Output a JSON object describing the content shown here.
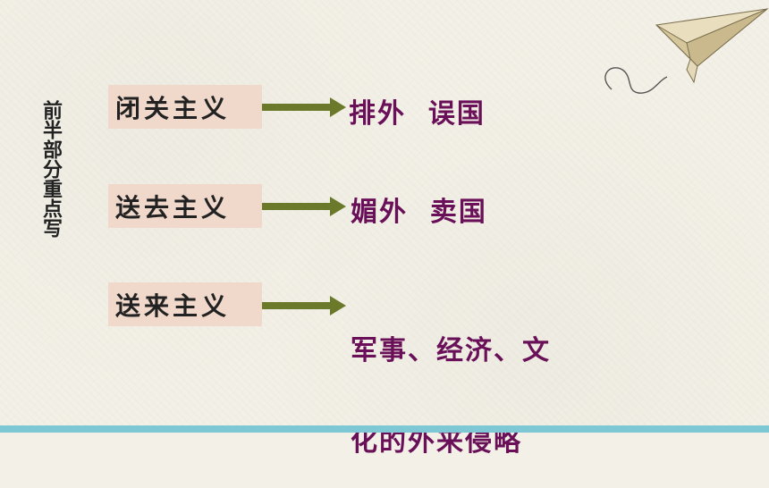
{
  "side_title": "前半部分重点写",
  "rows": [
    {
      "term": "闭关主义",
      "result": "排外  误国"
    },
    {
      "term": "送去主义",
      "result": "媚外  卖国"
    },
    {
      "term": "送来主义",
      "result_line1": "军事、经济、文",
      "result_line2": "化的外来侵略"
    }
  ],
  "colors": {
    "term_box_bg": "#f0d9cb",
    "arrow": "#6b7a2a",
    "result_text": "#6a1058",
    "bottom_strip": "#7ec8d6"
  },
  "decoration_icon": "paper-airplane-icon"
}
